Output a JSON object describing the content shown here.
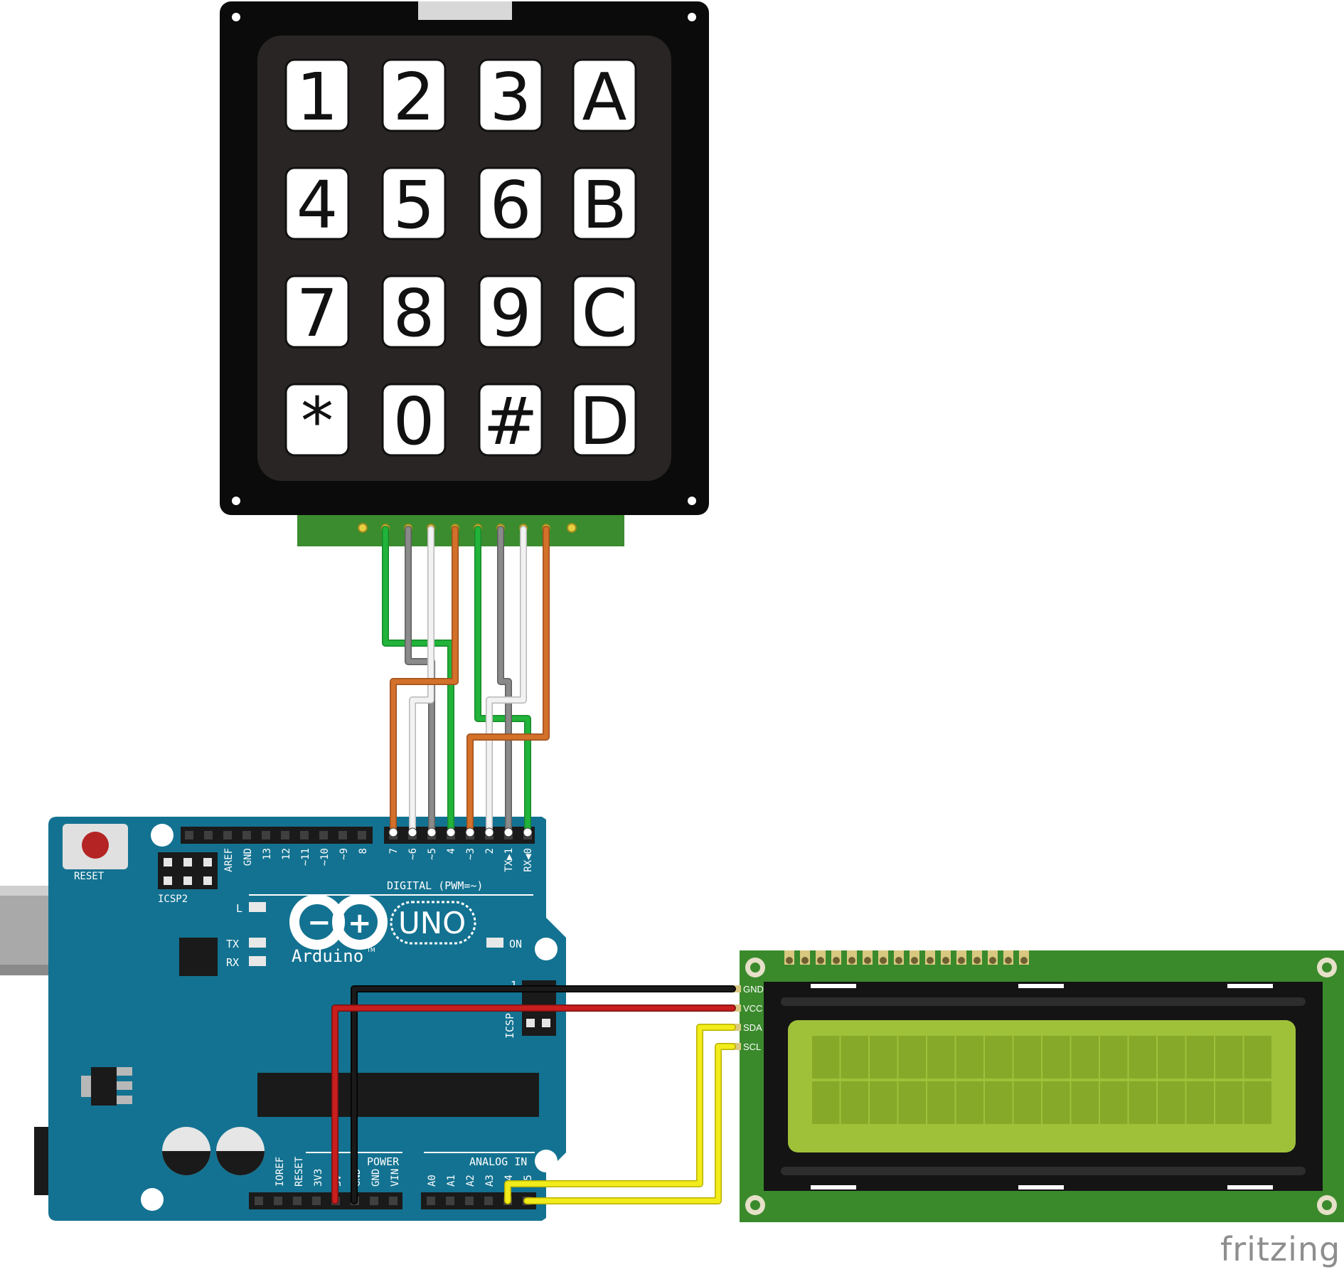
{
  "keypad": {
    "keys": [
      [
        "1",
        "2",
        "3",
        "A"
      ],
      [
        "4",
        "5",
        "6",
        "B"
      ],
      [
        "7",
        "8",
        "9",
        "C"
      ],
      [
        "*",
        "0",
        "#",
        "D"
      ]
    ]
  },
  "arduino": {
    "reset_label": "RESET",
    "icsp2_label": "ICSP2",
    "icsp_label": "ICSP",
    "top_header_labels": [
      "AREF",
      "GND",
      "13",
      "12",
      "~11",
      "~10",
      "~9",
      "8"
    ],
    "digital_header_labels": [
      "7",
      "~6",
      "~5",
      "4",
      "~3",
      "2",
      "TX▶1",
      "RX◀0"
    ],
    "digital_label": "DIGITAL (PWM=~)",
    "led_l_label": "L",
    "led_tx_label": "TX",
    "led_rx_label": "RX",
    "on_label": "ON",
    "logo_text": "Arduino",
    "trademark": "TM",
    "model_label": "UNO",
    "logo_minus": "−",
    "logo_plus": "+",
    "power_label": "POWER",
    "power_pin_labels": [
      "IOREF",
      "RESET",
      "3V3",
      "5V",
      "GND",
      "GND",
      "VIN"
    ],
    "analog_label": "ANALOG IN",
    "analog_pin_labels": [
      "A0",
      "A1",
      "A2",
      "A3",
      "A4",
      "A5"
    ],
    "pin_one_mark": "1"
  },
  "lcd": {
    "pin_labels": [
      "GND",
      "VCC",
      "SDA",
      "SCL"
    ]
  },
  "colors": {
    "keypad_body": "#0b0b0b",
    "keypad_face": "#2a2525",
    "pcb_green": "#3b8c2e",
    "arduino_blue": "#137291",
    "lcd_board": "#3a8a2c",
    "lcd_screen": "#9fc13a",
    "wire_green": "#22b33a",
    "wire_gray": "#8a8a8a",
    "wire_white": "#f2f2f2",
    "wire_orange": "#d3702a",
    "wire_red": "#c81e1e",
    "wire_black": "#1a1a1a",
    "wire_yellow": "#f2ec1a"
  },
  "footer": {
    "brand": "fritzing"
  }
}
